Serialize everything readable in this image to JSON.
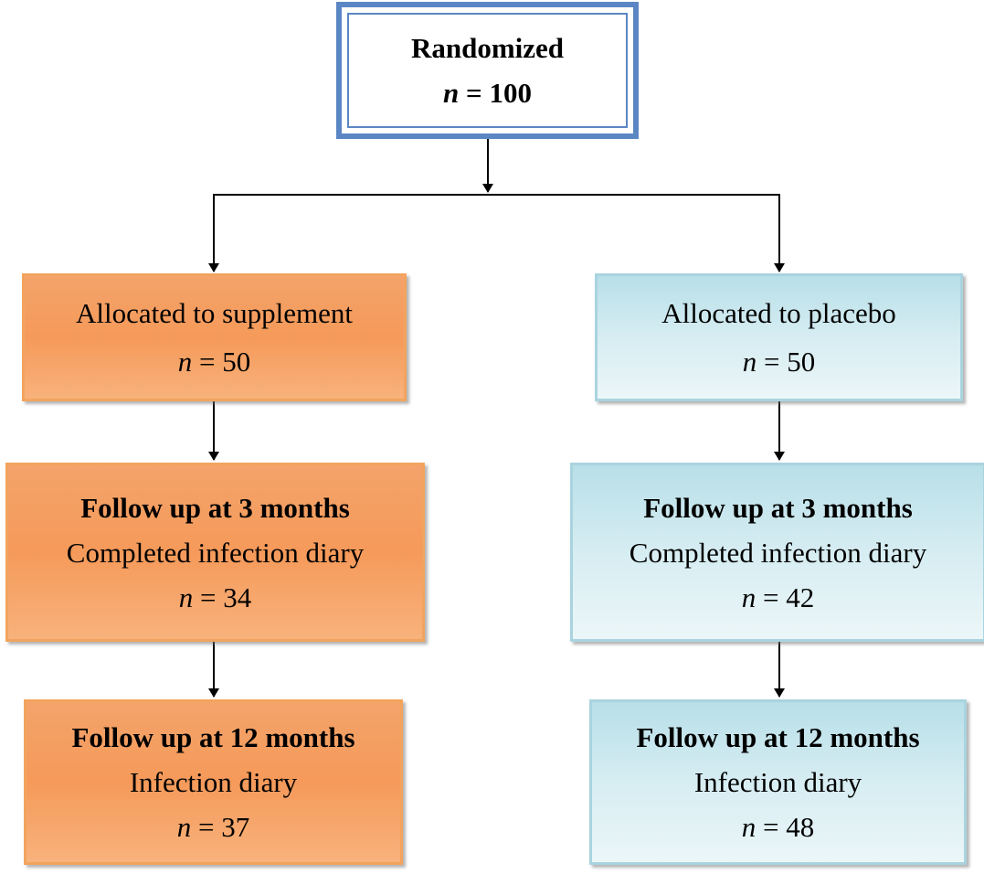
{
  "randomized": {
    "title": "Randomized",
    "n_var": "n",
    "n_eq": " = 100"
  },
  "supplement": {
    "allocation": {
      "label": "Allocated to supplement",
      "n_var": "n",
      "n_eq": " = 50"
    },
    "followup_3": {
      "title": "Follow up at 3 months",
      "subtitle": "Completed infection diary",
      "n_var": "n",
      "n_eq": " = 34"
    },
    "followup_12": {
      "title": "Follow up at 12 months",
      "subtitle": "Infection diary",
      "n_var": "n",
      "n_eq": " = 37"
    }
  },
  "placebo": {
    "allocation": {
      "label": "Allocated to placebo",
      "n_var": "n",
      "n_eq": " = 50"
    },
    "followup_3": {
      "title": "Follow up at 3 months",
      "subtitle": "Completed infection diary",
      "n_var": "n",
      "n_eq": " = 42"
    },
    "followup_12": {
      "title": "Follow up at 12 months",
      "subtitle": "Infection diary",
      "n_var": "n",
      "n_eq": " = 48"
    }
  },
  "colors": {
    "frame_blue": "#5b86c4",
    "orange_fill": "#f59a5a",
    "blue_fill": "#d6edf2",
    "arrow": "#000000"
  }
}
